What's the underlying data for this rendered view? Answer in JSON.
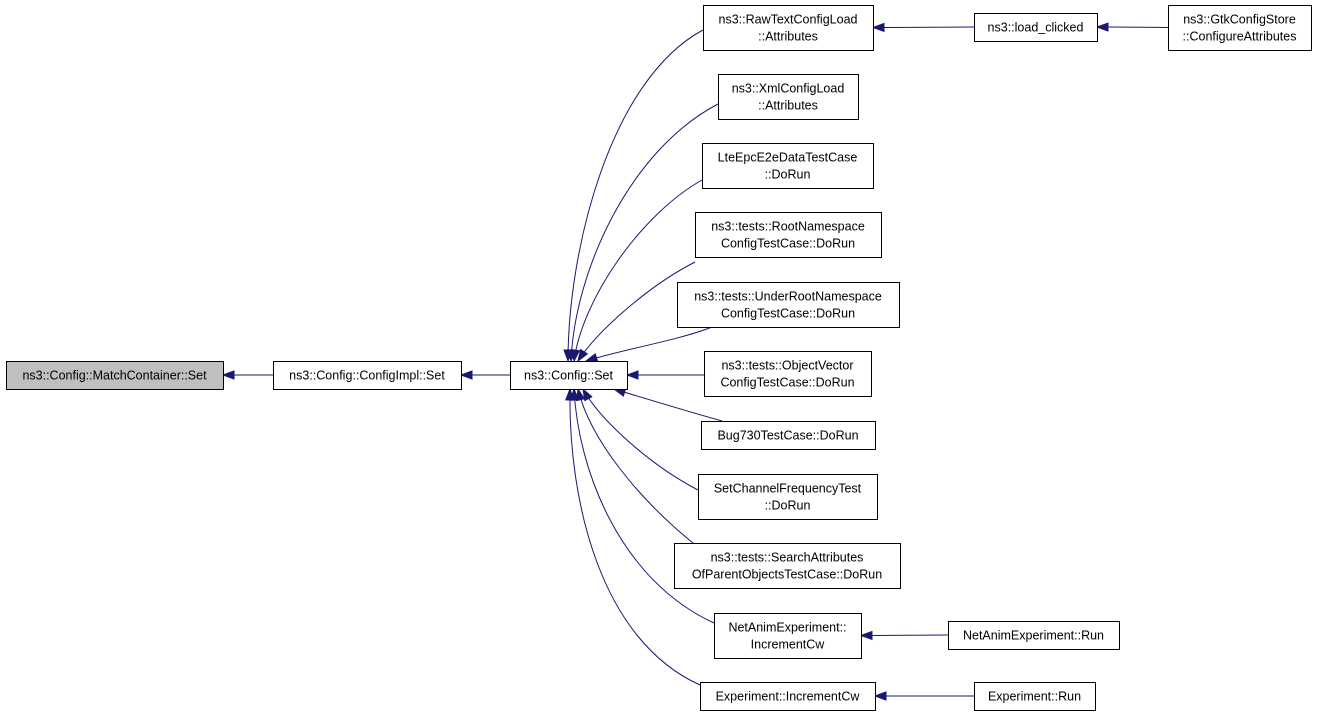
{
  "colors": {
    "edge": "#191970",
    "node_fill": "#ffffff",
    "root_fill": "#bfbfbf",
    "border": "#000000"
  },
  "nodes": [
    {
      "id": "matchcontainer_set",
      "lines": [
        "ns3::Config::MatchContainer::Set"
      ],
      "highlight": true
    },
    {
      "id": "configimpl_set",
      "lines": [
        "ns3::Config::ConfigImpl::Set"
      ]
    },
    {
      "id": "config_set",
      "lines": [
        "ns3::Config::Set"
      ]
    },
    {
      "id": "rawtext_attributes",
      "lines": [
        "ns3::RawTextConfigLoad",
        "::Attributes"
      ]
    },
    {
      "id": "load_clicked",
      "lines": [
        "ns3::load_clicked"
      ]
    },
    {
      "id": "gtk_configure",
      "lines": [
        "ns3::GtkConfigStore",
        "::ConfigureAttributes"
      ]
    },
    {
      "id": "xml_attributes",
      "lines": [
        "ns3::XmlConfigLoad",
        "::Attributes"
      ]
    },
    {
      "id": "lteepc_dorun",
      "lines": [
        "LteEpcE2eDataTestCase",
        "::DoRun"
      ]
    },
    {
      "id": "rootns_dorun",
      "lines": [
        "ns3::tests::RootNamespace",
        "ConfigTestCase::DoRun"
      ]
    },
    {
      "id": "underroot_dorun",
      "lines": [
        "ns3::tests::UnderRootNamespace",
        "ConfigTestCase::DoRun"
      ]
    },
    {
      "id": "objvector_dorun",
      "lines": [
        "ns3::tests::ObjectVector",
        "ConfigTestCase::DoRun"
      ]
    },
    {
      "id": "bug730_dorun",
      "lines": [
        "Bug730TestCase::DoRun"
      ]
    },
    {
      "id": "setchannel_dorun",
      "lines": [
        "SetChannelFrequencyTest",
        "::DoRun"
      ]
    },
    {
      "id": "searchattr_dorun",
      "lines": [
        "ns3::tests::SearchAttributes",
        "OfParentObjectsTestCase::DoRun"
      ]
    },
    {
      "id": "netanim_incrementcw",
      "lines": [
        "NetAnimExperiment::",
        "IncrementCw"
      ]
    },
    {
      "id": "netanim_run",
      "lines": [
        "NetAnimExperiment::Run"
      ]
    },
    {
      "id": "experiment_incrementcw",
      "lines": [
        "Experiment::IncrementCw"
      ]
    },
    {
      "id": "experiment_run",
      "lines": [
        "Experiment::Run"
      ]
    }
  ],
  "edges": [
    {
      "from": "configimpl_set",
      "to": "matchcontainer_set"
    },
    {
      "from": "config_set",
      "to": "configimpl_set"
    },
    {
      "from": "rawtext_attributes",
      "to": "config_set"
    },
    {
      "from": "xml_attributes",
      "to": "config_set"
    },
    {
      "from": "lteepc_dorun",
      "to": "config_set"
    },
    {
      "from": "rootns_dorun",
      "to": "config_set"
    },
    {
      "from": "underroot_dorun",
      "to": "config_set"
    },
    {
      "from": "objvector_dorun",
      "to": "config_set"
    },
    {
      "from": "bug730_dorun",
      "to": "config_set"
    },
    {
      "from": "setchannel_dorun",
      "to": "config_set"
    },
    {
      "from": "searchattr_dorun",
      "to": "config_set"
    },
    {
      "from": "netanim_incrementcw",
      "to": "config_set"
    },
    {
      "from": "experiment_incrementcw",
      "to": "config_set"
    },
    {
      "from": "load_clicked",
      "to": "rawtext_attributes"
    },
    {
      "from": "gtk_configure",
      "to": "load_clicked"
    },
    {
      "from": "netanim_run",
      "to": "netanim_incrementcw"
    },
    {
      "from": "experiment_run",
      "to": "experiment_incrementcw"
    }
  ]
}
